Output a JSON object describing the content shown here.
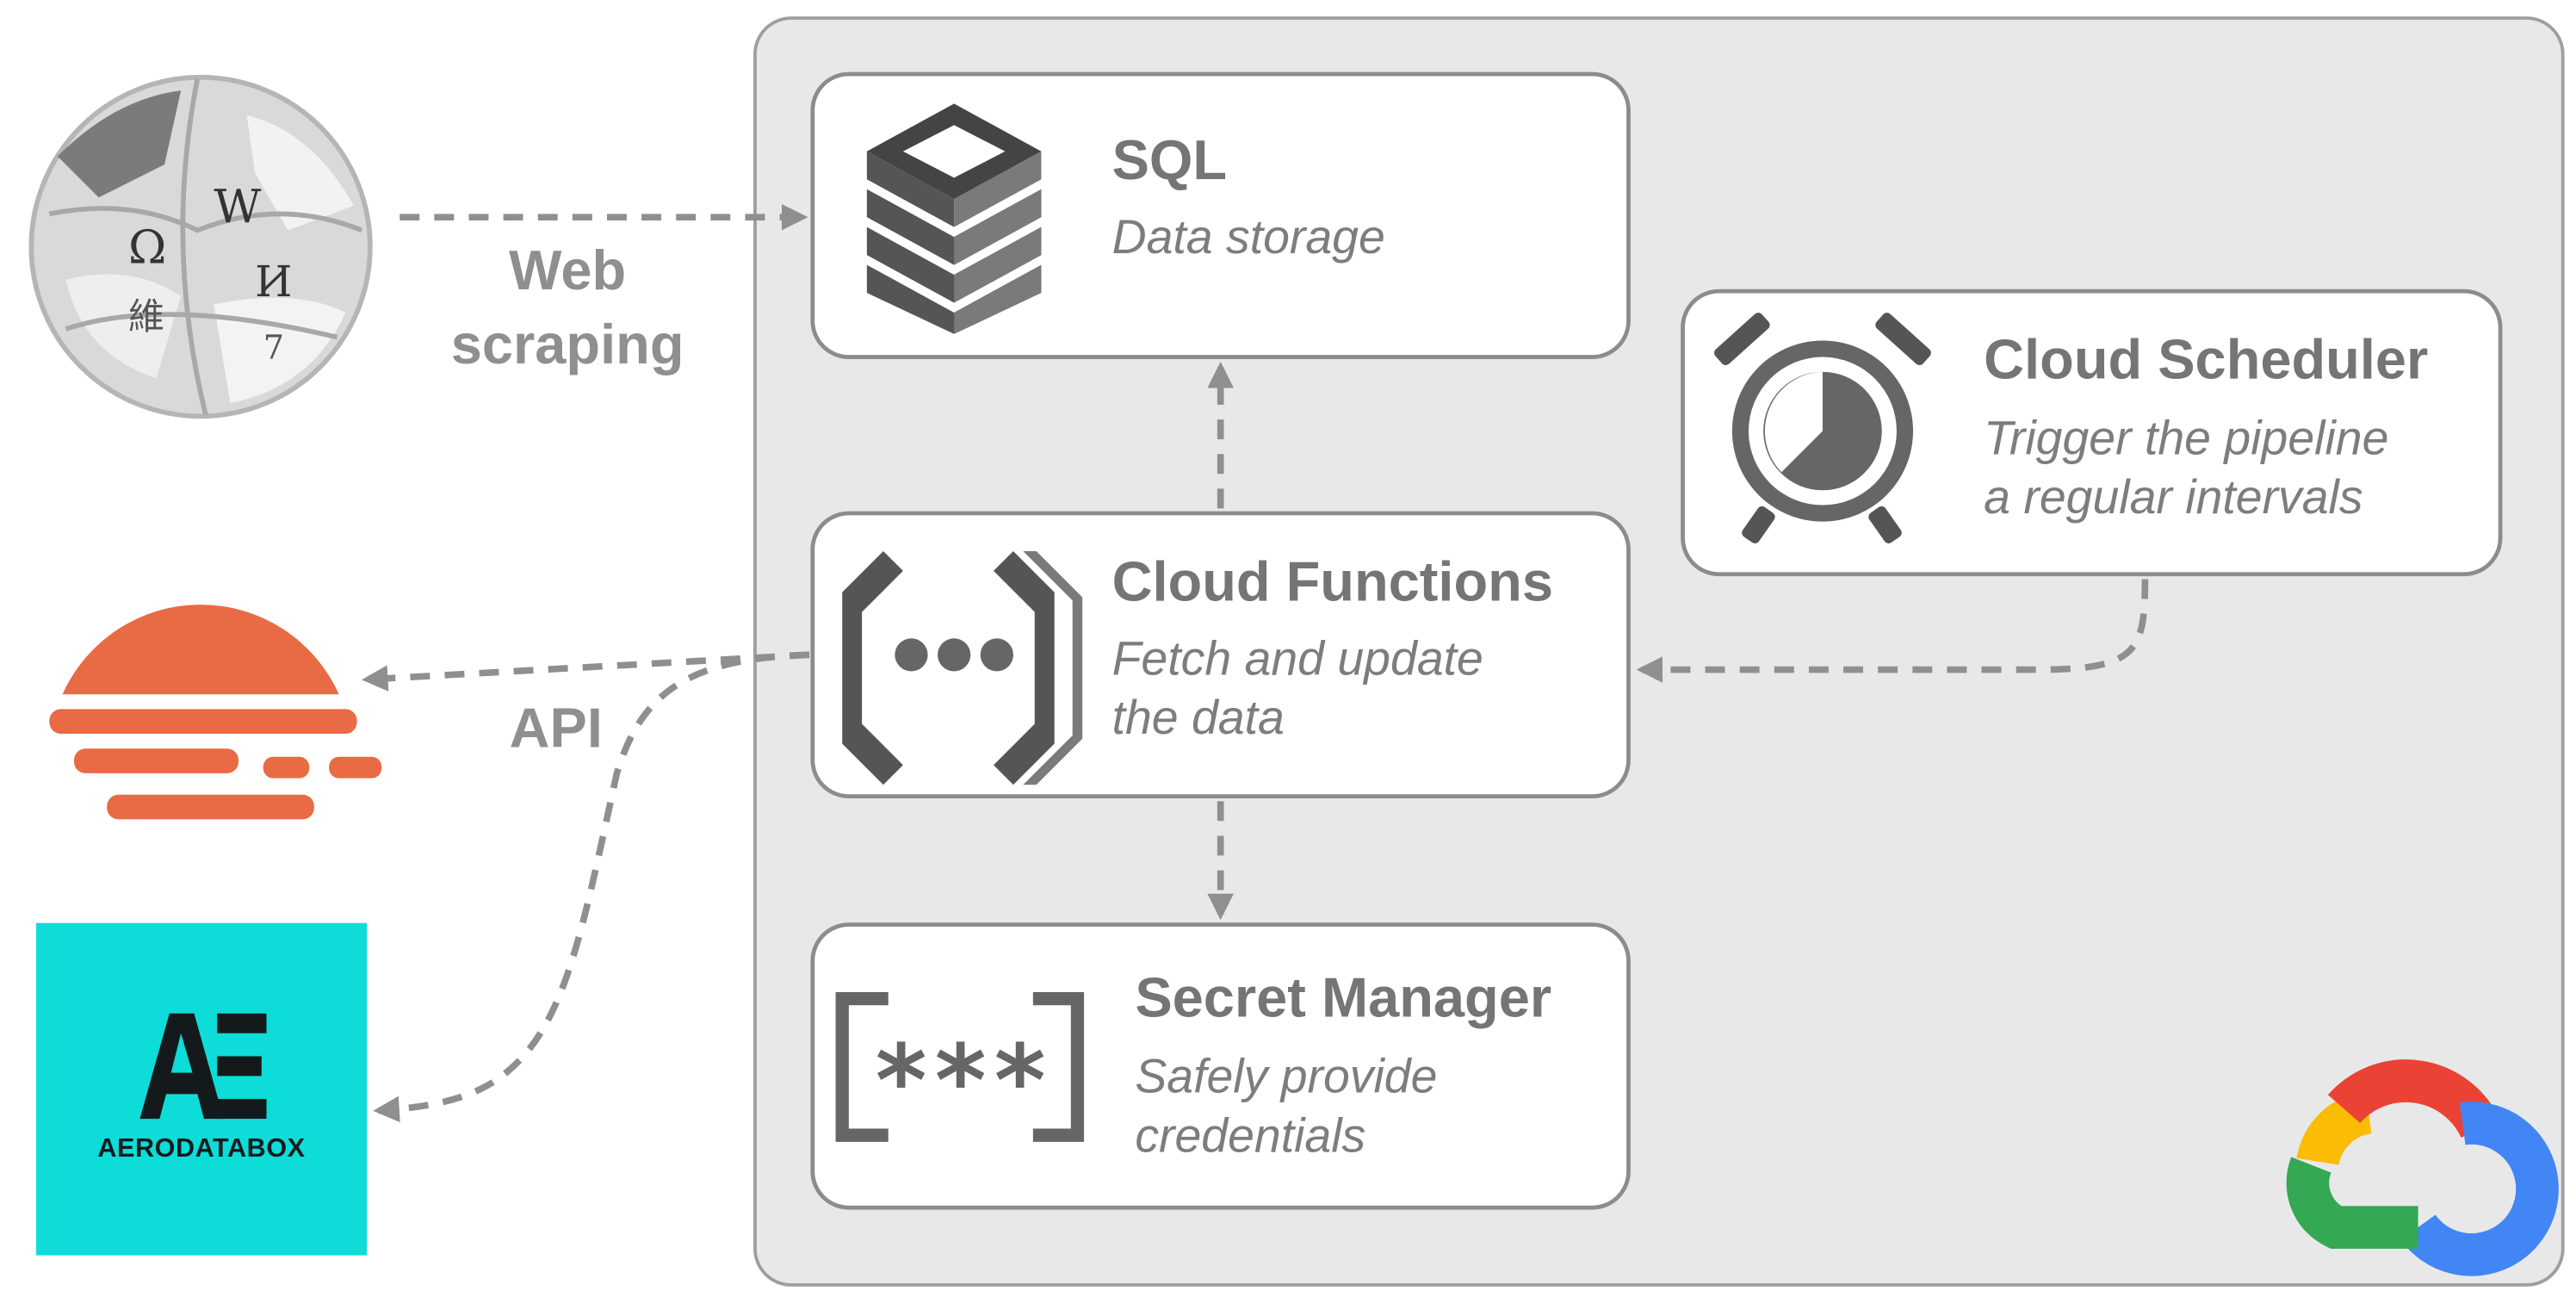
{
  "nodes": {
    "sql": {
      "title": "SQL",
      "description": "Data storage"
    },
    "functions": {
      "title": "Cloud Functions",
      "description": [
        "Fetch and update",
        "the data"
      ]
    },
    "scheduler": {
      "title": "Cloud Scheduler",
      "description": [
        "Trigger the pipeline",
        "a regular intervals"
      ]
    },
    "secret": {
      "title": "Secret Manager",
      "description": [
        "Safely provide",
        "credentials"
      ]
    }
  },
  "flows": {
    "web_scraping": [
      "Web",
      "scraping"
    ],
    "api": "API"
  },
  "sources": {
    "aerodatabox": {
      "monogram": "AE",
      "name": "AERODATABOX"
    }
  },
  "icons": {
    "sql": "sql-database-icon",
    "functions": "cloud-functions-icon",
    "scheduler": "alarm-clock-icon",
    "secret": "secret-brackets-icon",
    "wikipedia": "wikipedia-globe-icon",
    "weather": "sun-cloud-icon",
    "gcp": "google-cloud-logo-icon"
  },
  "colors": {
    "panel": "#e8e8e8",
    "gray": "#757575",
    "arrow": "#909090",
    "weather": "#e96b45",
    "aerodatabox": "#0ddcd8",
    "google_red": "#ea4335",
    "google_blue": "#4285f4",
    "google_yellow": "#fbbc05",
    "google_green": "#34a853"
  }
}
